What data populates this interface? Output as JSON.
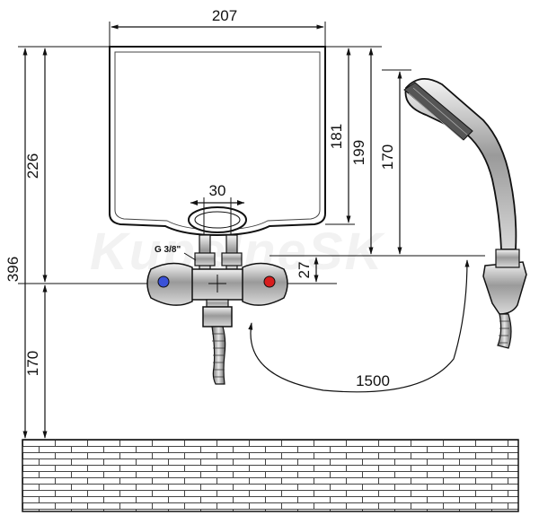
{
  "dimensions": {
    "heater_width": "207",
    "heater_height": "181",
    "to_outlet": "199",
    "shower_holder": "170",
    "connection_spacing": "30",
    "valve_offset": "27",
    "total_height": "396",
    "upper_height": "226",
    "floor_height": "170",
    "hose_length": "1500"
  },
  "labels": {
    "thread": "G 3/8\"",
    "watermark": "KupelneSK"
  },
  "colors": {
    "line": "#111111",
    "heater_fill": "#ffffff",
    "cold_knob": "#3a52d8",
    "hot_knob": "#d81e1e",
    "brick": "#ffffff"
  }
}
